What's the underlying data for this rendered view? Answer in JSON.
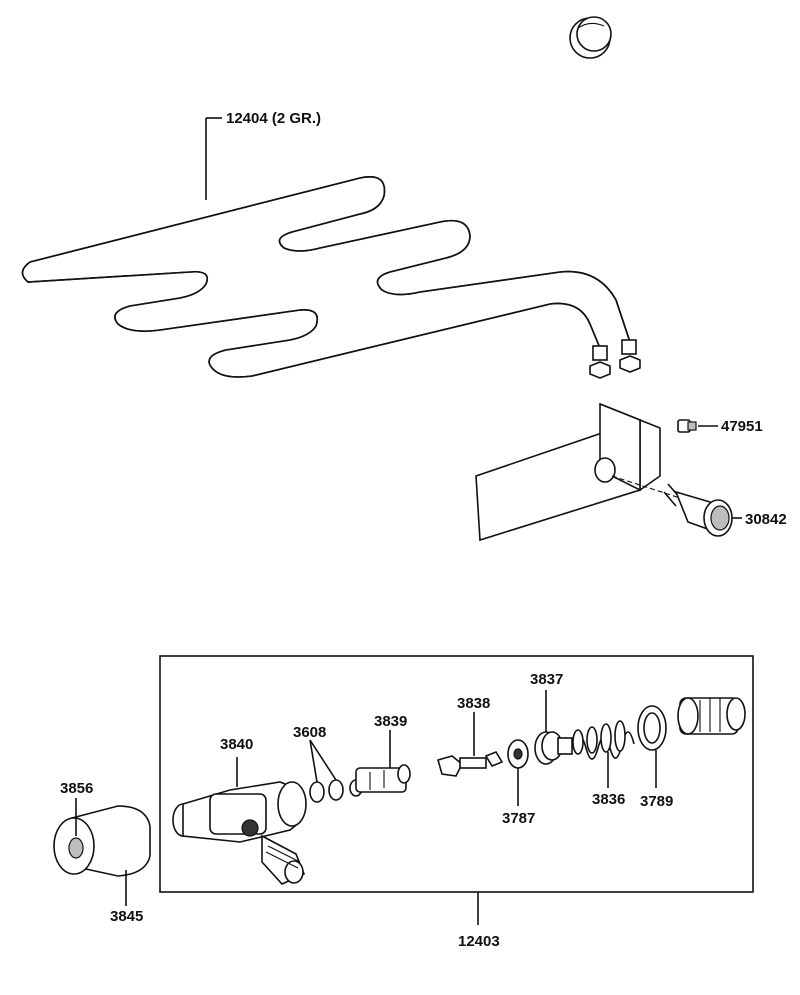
{
  "labels": {
    "heating_element": "12404 (2 GR.)",
    "screw": "47951",
    "indicator_lamp": "30842",
    "valve_body": "3840",
    "o_rings": "3608",
    "pin": "3839",
    "needle": "3838",
    "seat": "3837",
    "washer": "3787",
    "spring": "3836",
    "seal_ring": "3789",
    "knob_insert": "3856",
    "knob": "3845",
    "valve_assembly": "12403"
  }
}
